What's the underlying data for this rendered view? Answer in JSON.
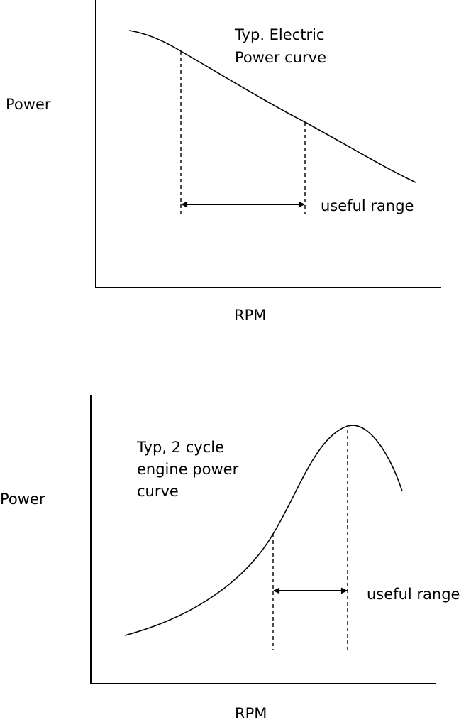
{
  "colors": {
    "background": "#ffffff",
    "ink": "#000000"
  },
  "top_diagram": {
    "y_axis_label": "Power",
    "x_axis_label": "RPM",
    "curve_label_lines": [
      "Typ. Electric",
      "Power curve"
    ],
    "range_label": "useful range"
  },
  "bottom_diagram": {
    "y_axis_label": "Power",
    "x_axis_label": "RPM",
    "curve_label_lines": [
      "Typ, 2 cycle",
      "engine power",
      "curve"
    ],
    "range_label": "useful range"
  }
}
